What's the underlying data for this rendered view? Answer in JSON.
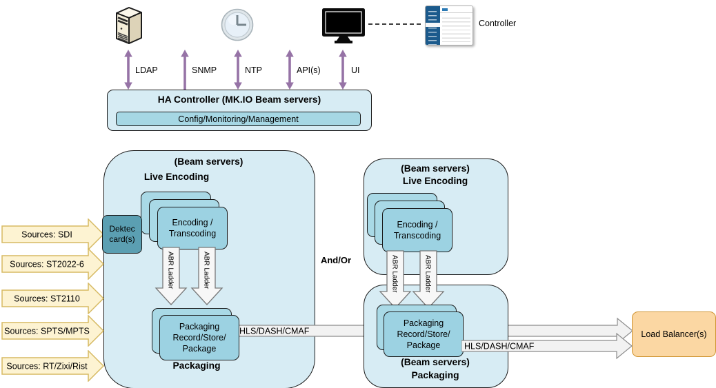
{
  "header": {
    "controller_label": "Controller",
    "protocols": [
      {
        "label": "LDAP"
      },
      {
        "label": "SNMP"
      },
      {
        "label": "NTP"
      },
      {
        "label": "API(s)"
      },
      {
        "label": "UI"
      }
    ]
  },
  "ha_controller": {
    "title": "HA Controller (MK.IO Beam servers)",
    "subsystem": "Config/Monitoring/Management"
  },
  "sources": [
    {
      "label": "Sources: SDI"
    },
    {
      "label": "Sources: ST2022-6"
    },
    {
      "label": "Sources: ST2110"
    },
    {
      "label": "Sources: SPTS/MPTS"
    },
    {
      "label": "Sources: RT/Zixi/Rist"
    }
  ],
  "left_cluster": {
    "subtitle": "(Beam servers)",
    "title": "Live Encoding",
    "dektec_label": "Dektec card(s)",
    "encoder_lines": [
      "Encoding /",
      "Transcoding"
    ],
    "abr_label": "ABR Ladder",
    "packager_lines": [
      "Packaging",
      "Record/Store/",
      "Package"
    ],
    "footer": "Packaging",
    "output_label": "HLS/DASH/CMAF"
  },
  "right_encoding_cluster": {
    "subtitle": "(Beam servers)",
    "title": "Live Encoding",
    "encoder_lines": [
      "Encoding /",
      "Transcoding"
    ],
    "abr_label": "ABR Ladder"
  },
  "right_packaging_cluster": {
    "packager_lines": [
      "Packaging",
      "Record/Store/",
      "Package"
    ],
    "subtitle": "(Beam servers)",
    "footer": "Packaging",
    "output_label": "HLS/DASH/CMAF"
  },
  "connectors": {
    "and_or": "And/Or"
  },
  "load_balancer": {
    "label": "Load Balancer(s)"
  },
  "colors": {
    "container_fill": "#d7ecf4",
    "module_fill": "#9cd2e2",
    "module_fill_back": "#a9d9e6",
    "dektec_fill": "#5b9fb2",
    "arrow_purple": "#9673a6",
    "source_fill": "#fdf3d2",
    "source_border": "#d7ba63",
    "flow_fill": "#f2f2f2",
    "flow_border": "#8c8c8c",
    "load_balancer_fill": "#fbd7a3",
    "load_balancer_border": "#cf9430",
    "mini_sidebar_blue": "#1b5a8c"
  }
}
